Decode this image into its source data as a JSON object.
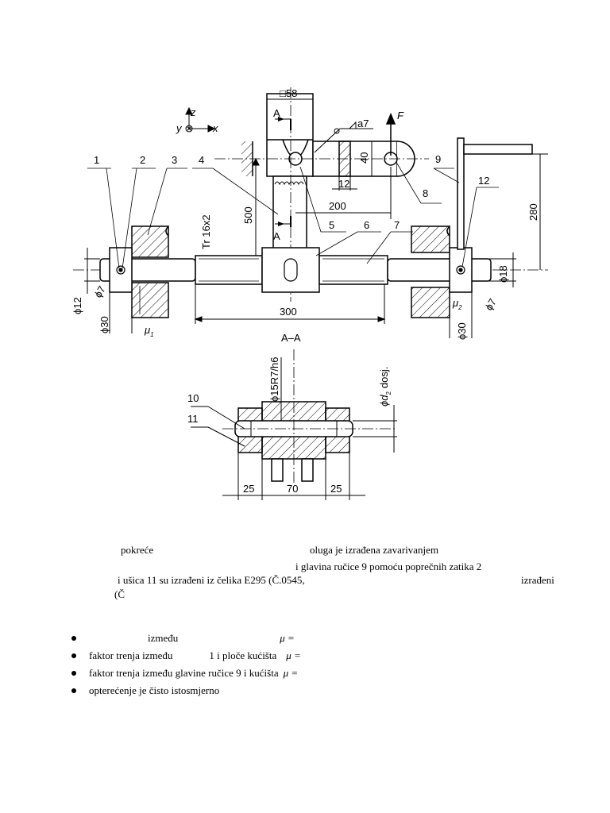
{
  "drawing": {
    "axes": {
      "z": "z",
      "y": "y",
      "x": "x"
    },
    "force": "F",
    "section_marker": "A",
    "section_title": "A–A",
    "weld": "a7",
    "dims": {
      "square58": "□58",
      "d40": "40",
      "d12": "12",
      "d200": "200",
      "d500": "500",
      "tr": "Tr 16x2",
      "d280": "280",
      "d300": "300",
      "phi12": "ϕ12",
      "phi7a": "ϕ7",
      "phi30a": "ϕ30",
      "phi18": "ϕ18",
      "phi7b": "ϕ7",
      "phi30b": "ϕ30",
      "phi15": "ϕ15R7/h6",
      "phid2": "ϕd",
      "phid2sub": "2",
      "dosj": "dosj.",
      "d25a": "25",
      "d70": "70",
      "d25b": "25",
      "mu1": "μ",
      "mu1sub": "1",
      "mu2": "μ",
      "mu2sub": "2"
    },
    "parts": [
      "1",
      "2",
      "3",
      "4",
      "5",
      "6",
      "7",
      "8",
      "9",
      "12",
      "10",
      "11"
    ]
  },
  "text": {
    "line1a": "pokreće",
    "line1b": "oluga je izrađena zavarivanjem",
    "line2": "i glavina ručice 9 pomoću poprečnih zatika 2",
    "line3a": "i ušica 11 su izrađeni iz čelika E295 (Č.0545,",
    "line3b": "izrađeni",
    "line4": "(Č"
  },
  "bullets": [
    {
      "a": "između",
      "b": "μ =",
      "pre": ""
    },
    {
      "a": "faktor trenja između",
      "b": "1 i ploče kućišta",
      "c": "μ ="
    },
    {
      "a": "faktor trenja između glavine ručice 9 i kućišta",
      "c": "μ ="
    },
    {
      "a": "opterećenje je čisto istosmjerno"
    }
  ]
}
